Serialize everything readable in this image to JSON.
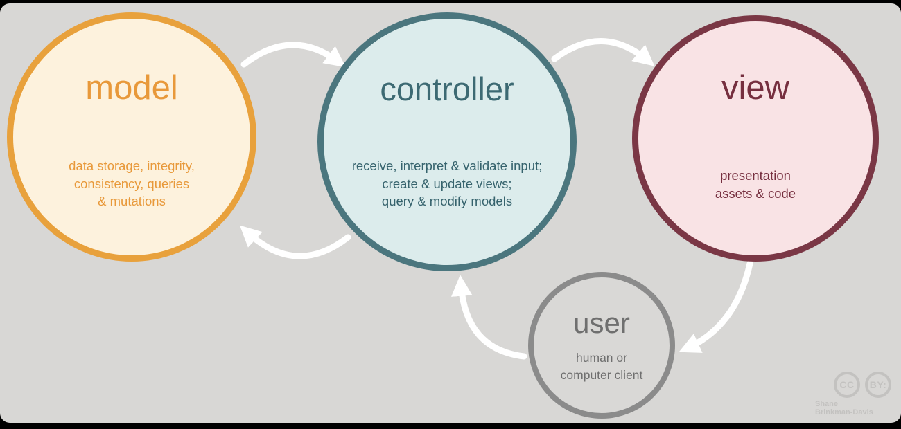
{
  "background": {
    "frame_color": "#000000",
    "canvas_color": "#d8d7d5",
    "arrow_color": "#ffffff"
  },
  "nodes": {
    "model": {
      "title": "model",
      "description": "data storage, integrity,\nconsistency, queries\n& mutations",
      "border_color": "#e8a13c",
      "fill_color": "#fdf2dd",
      "text_color": "#e8993a"
    },
    "controller": {
      "title": "controller",
      "description": "receive, interpret & validate input;\ncreate & update views;\nquery & modify models",
      "border_color": "#4b767e",
      "fill_color": "#dcecec",
      "text_color": "#3d6a73"
    },
    "view": {
      "title": "view",
      "description": "presentation\nassets & code",
      "border_color": "#7a3745",
      "fill_color": "#f9e3e5",
      "text_color": "#762f3f"
    },
    "user": {
      "title": "user",
      "description": "human or\ncomputer client",
      "border_color": "#8b8b8b",
      "fill_color": "#d9d8d6",
      "text_color": "#6f6f6f"
    }
  },
  "flows": [
    "model-to-controller",
    "controller-to-view",
    "controller-to-model",
    "view-to-user",
    "user-to-controller"
  ],
  "attribution": {
    "cc_label": "CC",
    "by_label": "BY:",
    "author_line1": "Shane",
    "author_line2": "Brinkman-Davis"
  }
}
